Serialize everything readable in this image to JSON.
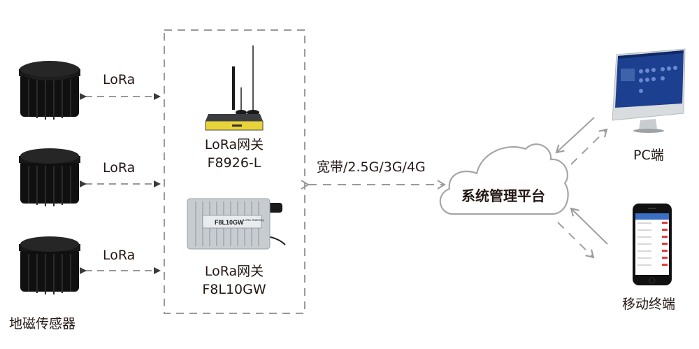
{
  "sensors": {
    "caption": "地磁传感器",
    "links": [
      {
        "protocol": "LoRa"
      },
      {
        "protocol": "LoRa"
      },
      {
        "protocol": "LoRa"
      }
    ]
  },
  "gateways": [
    {
      "name": "LoRa网关",
      "model": "F8926-L"
    },
    {
      "name": "LoRa网关",
      "model": "F8L10GW",
      "plate_model": "F8L10GW",
      "plate_caption": "LoRa Gateway"
    }
  ],
  "uplink": {
    "label": "宽带/2.5G/3G/4G"
  },
  "platform": {
    "label": "系统管理平台"
  },
  "clients": [
    {
      "label": "PC端"
    },
    {
      "label": "移动终端"
    }
  ],
  "colors": {
    "arrow": "#9a9a9a",
    "text": "#231815",
    "screen_blue": "#1d3f8f",
    "gateway_yellow": "#e8d33a"
  }
}
